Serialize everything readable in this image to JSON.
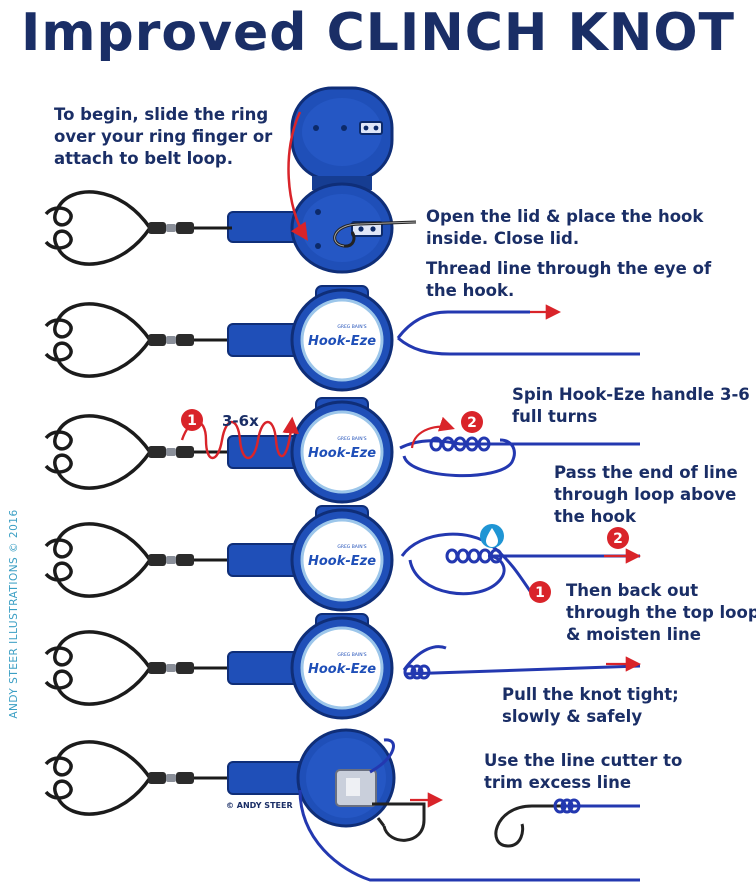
{
  "title": "Improved CLINCH KNOT",
  "credit_vertical": "ANDY STEER ILLUSTRATIONS © 2016",
  "steps": {
    "begin": [
      "To begin, slide the ring",
      "over your ring finger or",
      "attach to belt loop."
    ],
    "open_lid": [
      "Open the lid & place the hook",
      "inside. Close lid."
    ],
    "thread": [
      "Thread line through the eye of",
      "the hook."
    ],
    "spin": [
      "Spin Hook-Eze handle 3-6",
      "full turns"
    ],
    "pass": [
      "Pass the end of line",
      "through loop above",
      "the hook"
    ],
    "back_out": [
      "Then back out",
      "through the top loop",
      "& moisten  line"
    ],
    "pull": [
      "Pull the knot tight;",
      "slowly & safely"
    ],
    "cut": [
      "Use the line cutter to",
      "trim excess line"
    ]
  },
  "turns_label": "3-6x",
  "badges": {
    "one": "1",
    "two": "2"
  },
  "brand_label": "Hook-Eze",
  "brand_small": "GREG BAIN'S",
  "copyright_small": "© ANDY STEER",
  "colors": {
    "navy": "#1a2e66",
    "tool_blue": "#1f4fb8",
    "tool_dark": "#163d92",
    "line_blue": "#2338b0",
    "red": "#d9242a",
    "drop": "#1f95d4",
    "credit": "#3b9fc4"
  },
  "icons": [
    "ring-icon",
    "swivel-icon",
    "hook-eze-tool-icon",
    "hook-icon",
    "water-drop-icon",
    "arrow-icon"
  ]
}
